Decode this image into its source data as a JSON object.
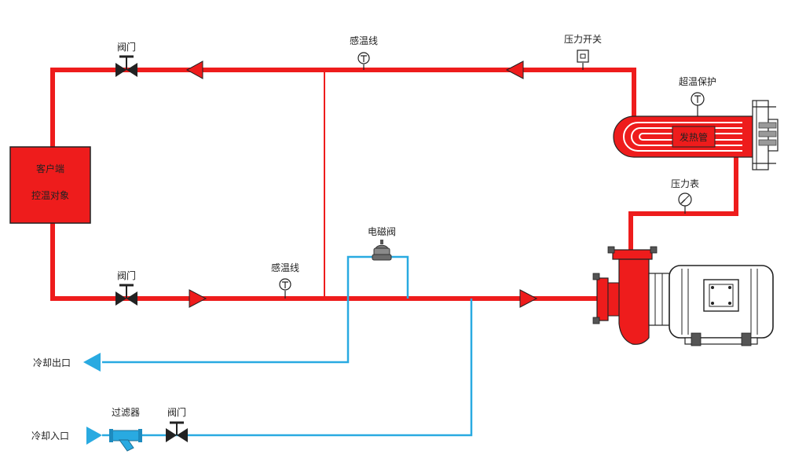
{
  "colors": {
    "hot_pipe": "#ee1c1c",
    "cold_pipe": "#29aae1",
    "ink": "#222222",
    "pump_gray": "#555555"
  },
  "labels": {
    "valve_top": "阀门",
    "valve_bottom": "阀门",
    "valve_cold": "阀门",
    "temp_line_top": "感温线",
    "temp_line_bottom": "感温线",
    "pressure_switch": "压力开关",
    "over_temp_protection": "超温保护",
    "heating_tube": "发热管",
    "pressure_gauge": "压力表",
    "solenoid_valve": "电磁阀",
    "client_line1": "客户端",
    "client_line2": "控温对象",
    "cooling_outlet": "冷却出口",
    "cooling_inlet": "冷却入口",
    "filter": "过滤器"
  },
  "icons": {
    "valve": "gate-valve-icon",
    "thermometer": "temperature-sensor-icon",
    "pressure_switch": "pressure-switch-icon",
    "pressure_gauge": "pressure-gauge-icon",
    "solenoid": "solenoid-valve-icon",
    "filter": "y-strainer-icon",
    "pump": "centrifugal-pump-motor-icon",
    "flow_arrow": "flow-direction-arrow-icon"
  }
}
